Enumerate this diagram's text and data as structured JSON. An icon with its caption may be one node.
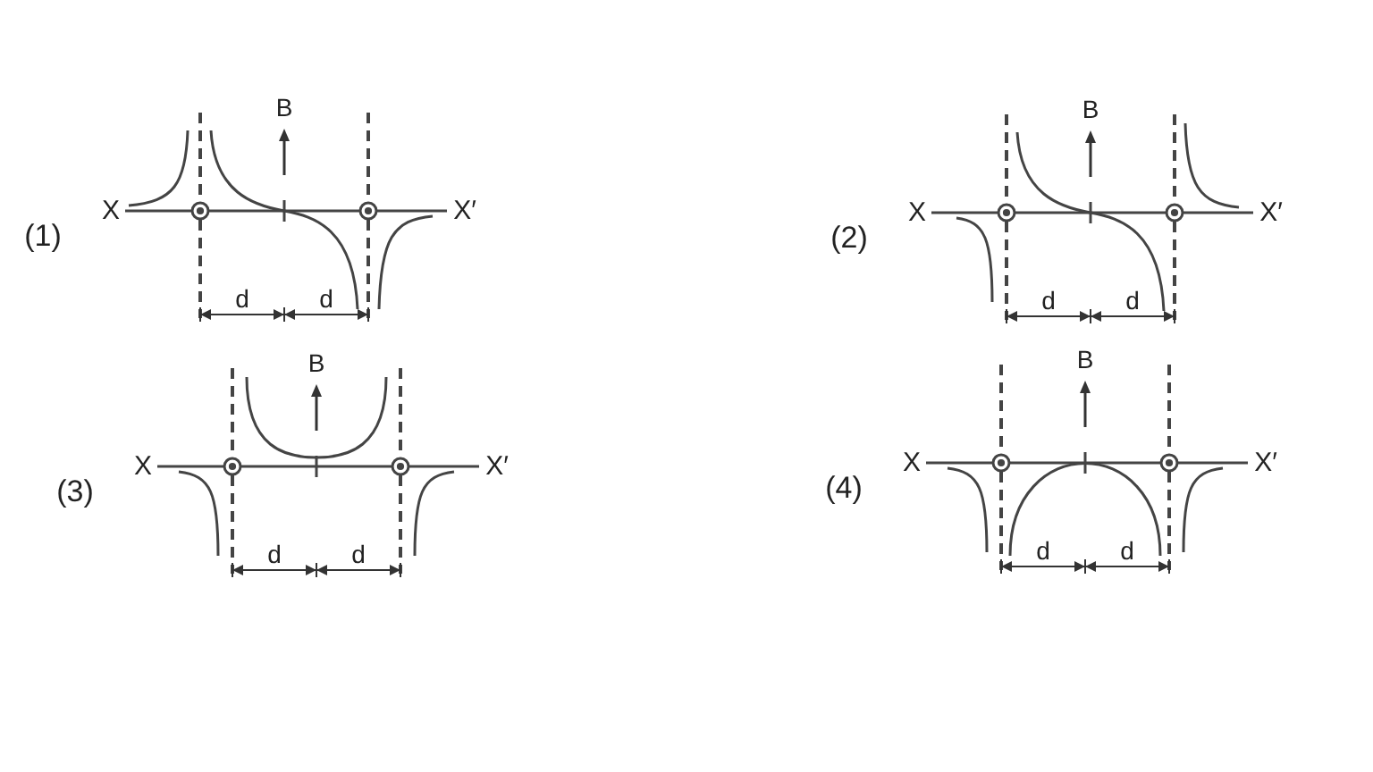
{
  "diagram": {
    "labels": [
      "(1)",
      "B",
      "X",
      "X′",
      "d",
      "d",
      "(2)",
      "B",
      "X",
      "X′",
      "d",
      "d",
      "(3)",
      "B",
      "X",
      "X′",
      "d",
      "d",
      "(4)",
      "B",
      "X",
      "X′",
      "d",
      "d"
    ]
  }
}
